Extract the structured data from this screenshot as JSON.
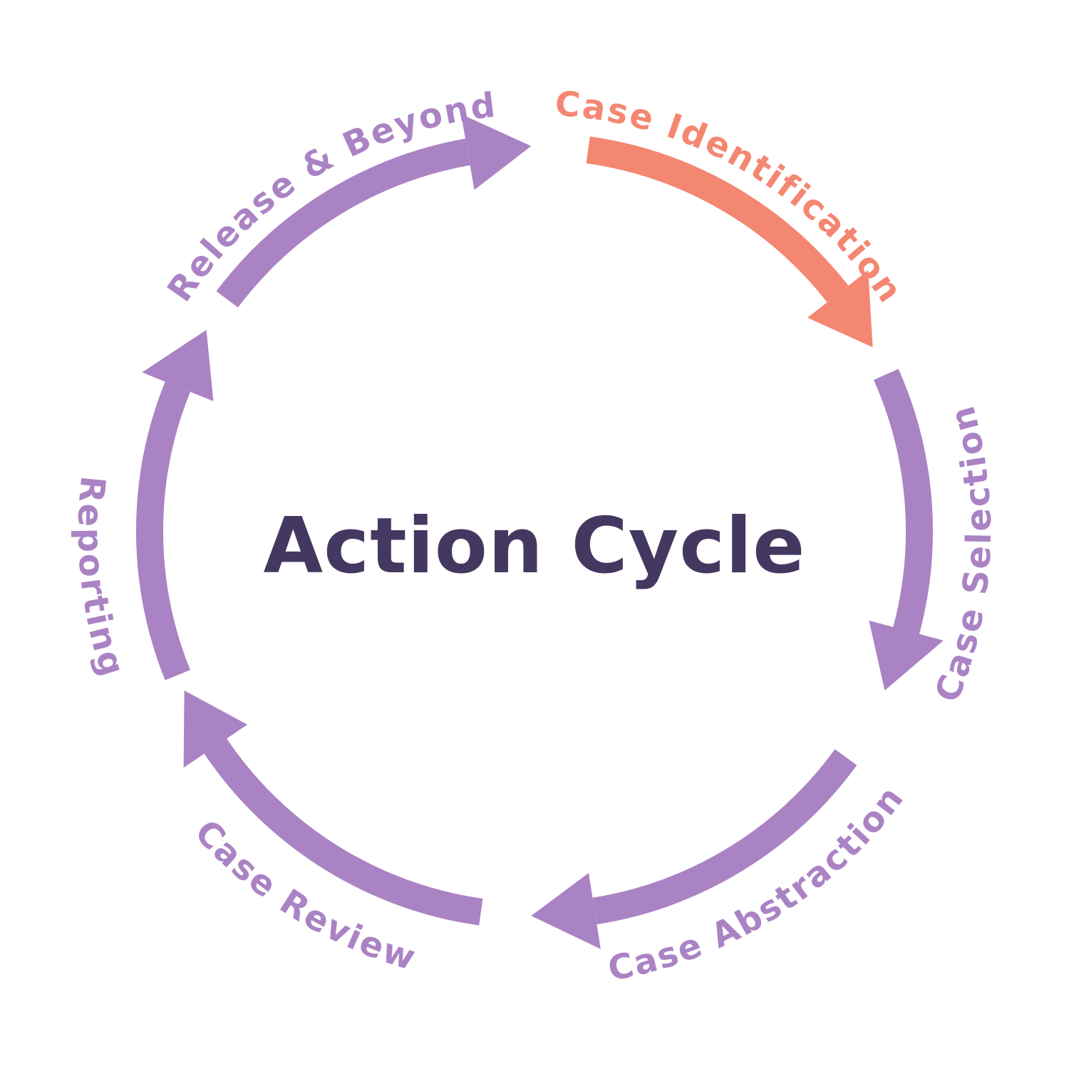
{
  "diagram": {
    "title": "Action Cycle",
    "title_color": "#453860",
    "background_color": "#ffffff",
    "accent_colors": {
      "purple": "#aa83c4",
      "salmon": "#f48772"
    },
    "steps": [
      {
        "id": "case-identification",
        "label": "Case Identification",
        "color": "#f48772",
        "highlighted": true
      },
      {
        "id": "case-selection",
        "label": "Case Selection",
        "color": "#aa83c4",
        "highlighted": false
      },
      {
        "id": "case-abstraction",
        "label": "Case Abstraction",
        "color": "#aa83c4",
        "highlighted": false
      },
      {
        "id": "case-review",
        "label": "Case Review",
        "color": "#aa83c4",
        "highlighted": false
      },
      {
        "id": "reporting",
        "label": "Reporting",
        "color": "#aa83c4",
        "highlighted": false
      },
      {
        "id": "release-beyond",
        "label": "Release & Beyond",
        "color": "#aa83c4",
        "highlighted": false
      }
    ]
  }
}
